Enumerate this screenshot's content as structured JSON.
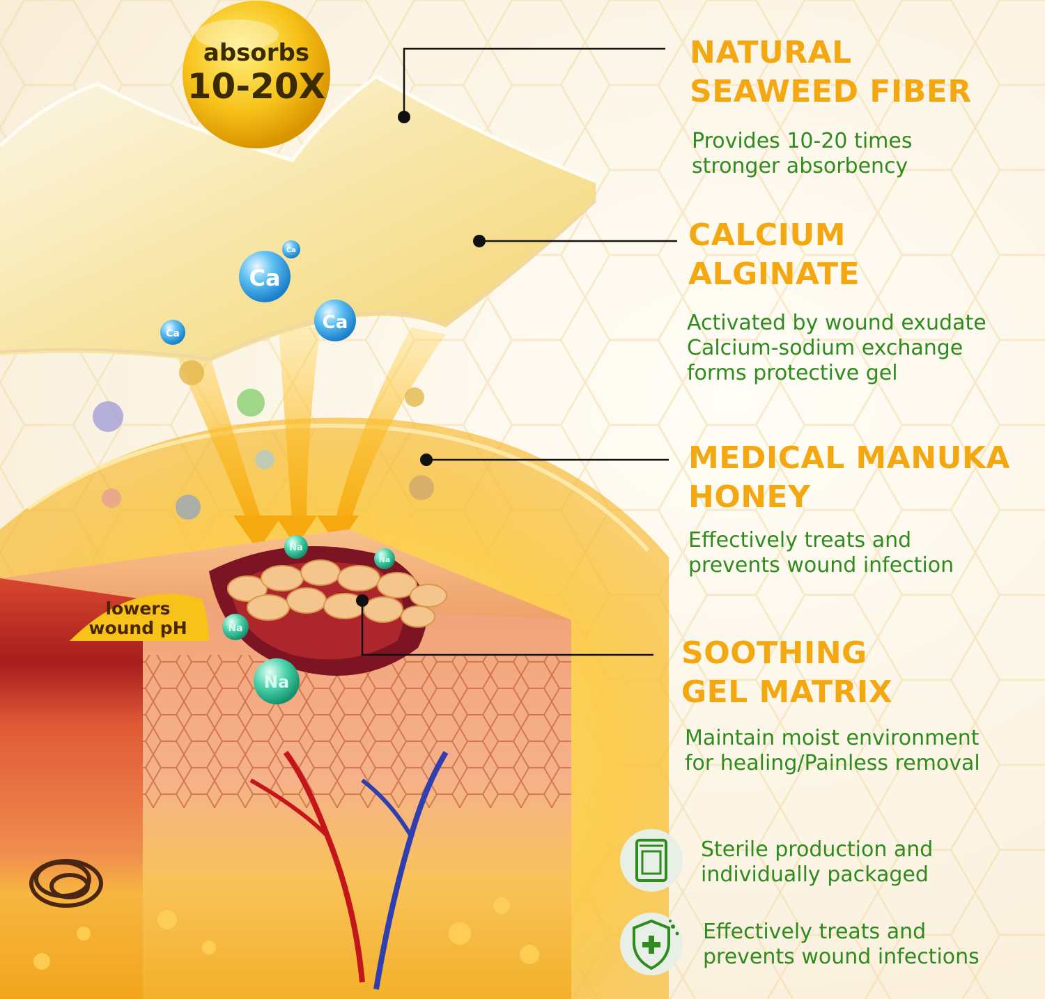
{
  "badge": {
    "line1": "absorbs",
    "line2": "10-20X"
  },
  "ph_badge": {
    "line1": "lowers",
    "line2": "wound pH"
  },
  "ions": {
    "calcium": "Ca",
    "sodium": "Na"
  },
  "features": [
    {
      "title_lines": [
        "NATURAL",
        "SEAWEED FIBER"
      ],
      "desc_lines": [
        "Provides 10-20 times",
        "stronger absorbency"
      ]
    },
    {
      "title_lines": [
        "CALCIUM",
        "ALGINATE"
      ],
      "desc_lines": [
        "Activated by wound exudate",
        "Calcium-sodium exchange",
        "forms protective gel"
      ]
    },
    {
      "title_lines": [
        "MEDICAL MANUKA",
        "HONEY"
      ],
      "desc_lines": [
        "Effectively treats and",
        "prevents wound infection"
      ]
    },
    {
      "title_lines": [
        "SOOTHING",
        "GEL MATRIX"
      ],
      "desc_lines": [
        "Maintain moist environment",
        "for healing/Painless removal"
      ]
    }
  ],
  "extras": [
    {
      "icon": "package-icon",
      "lines": [
        "Sterile production and",
        "individually packaged"
      ]
    },
    {
      "icon": "shield-plus-icon",
      "lines": [
        "Effectively treats and",
        "prevents wound infections"
      ]
    }
  ],
  "colors": {
    "heading": "#f3a812",
    "body_text": "#2f8b1f",
    "callout_line": "#111111",
    "honey": "#f7b515"
  }
}
